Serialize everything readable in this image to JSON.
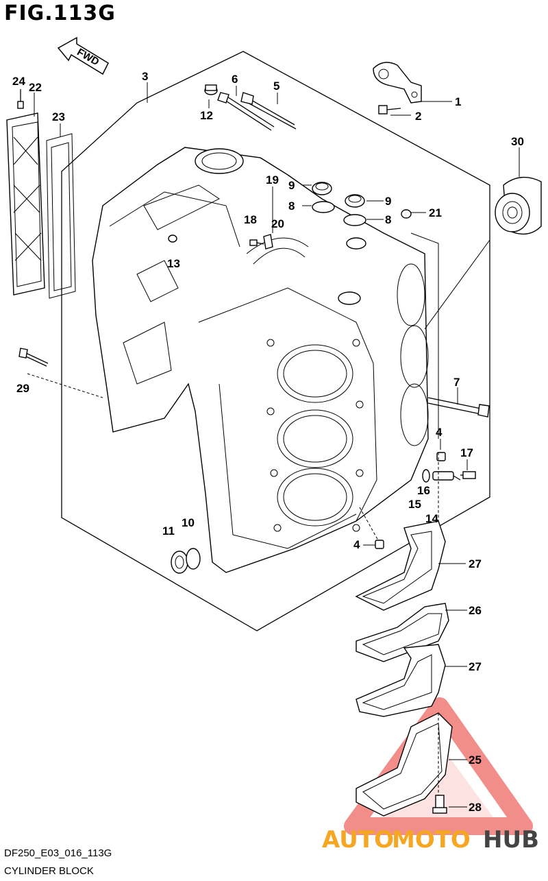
{
  "figure": {
    "title": "FIG.113G",
    "code": "DF250_E03_016_113G",
    "name": "CYLINDER BLOCK",
    "fwd_label": "FWD"
  },
  "callouts": {
    "p1": "1",
    "p2": "2",
    "p3": "3",
    "p4a": "4",
    "p4b": "4",
    "p5": "5",
    "p6": "6",
    "p7": "7",
    "p8a": "8",
    "p8b": "8",
    "p9a": "9",
    "p9b": "9",
    "p10": "10",
    "p11": "11",
    "p12": "12",
    "p13": "13",
    "p14": "14",
    "p15": "15",
    "p16": "16",
    "p17": "17",
    "p18": "18",
    "p19": "19",
    "p20": "20",
    "p21": "21",
    "p22": "22",
    "p23": "23",
    "p24": "24",
    "p25": "25",
    "p26": "26",
    "p27a": "27",
    "p27b": "27",
    "p28": "28",
    "p29": "29",
    "p30": "30"
  },
  "watermark": {
    "part1": "AUTO",
    "part2": "MOTO",
    "part3": "HUB",
    "color_primary": "#f5a623",
    "color_secondary": "#444444",
    "triangle_color": "#e8322c"
  }
}
